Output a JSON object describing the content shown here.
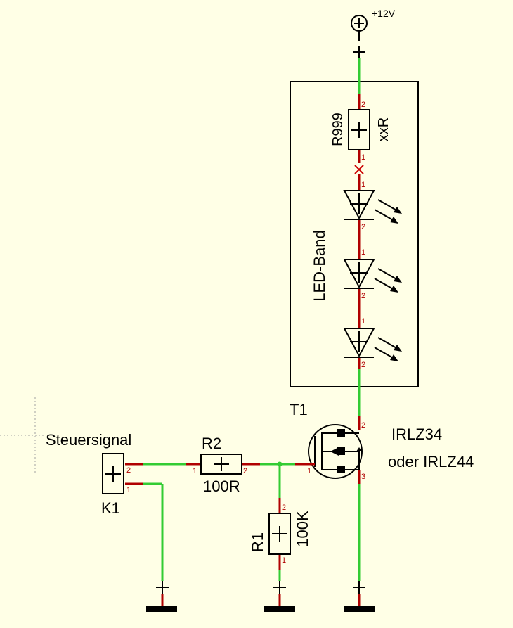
{
  "supply": {
    "label": "+12V"
  },
  "led_band": {
    "label": "LED-Band"
  },
  "r999": {
    "name": "R999",
    "value": "xxR"
  },
  "r2": {
    "name": "R2",
    "value": "100R"
  },
  "r1": {
    "name": "R1",
    "value": "100K"
  },
  "t1": {
    "name": "T1",
    "line1": "IRLZ34",
    "line2": "oder IRLZ44"
  },
  "k1": {
    "name": "K1",
    "signal": "Steuersignal"
  },
  "pins": {
    "one": "1",
    "two": "2",
    "three": "3"
  },
  "colors": {
    "wire": "#33cc33",
    "pin_stub": "#b00000",
    "background": "#ffffe6",
    "ink": "#000000"
  }
}
